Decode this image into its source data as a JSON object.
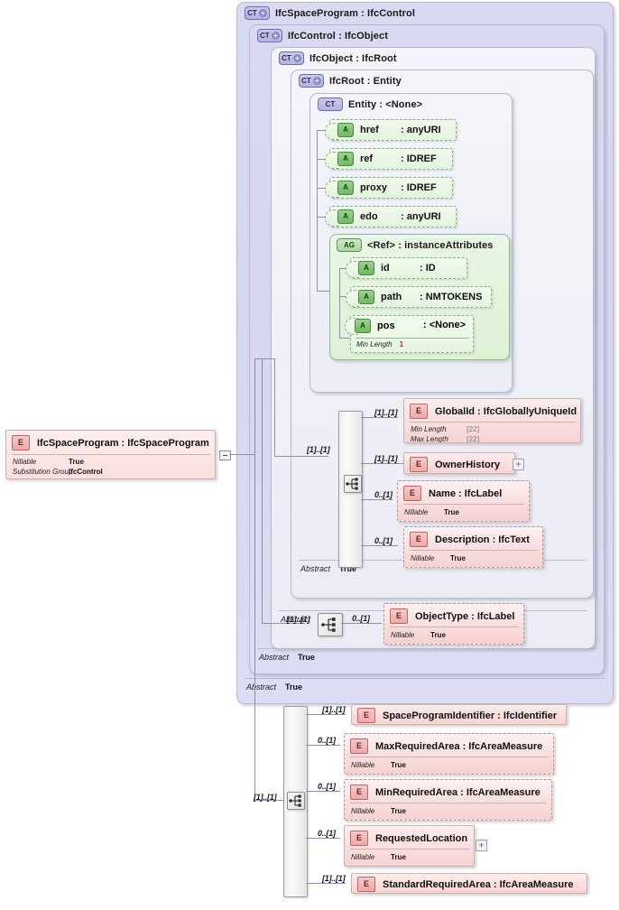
{
  "diagram": {
    "kind": "xsd-schema-diagram",
    "root_element": {
      "icon": "element-icon",
      "badge": "E",
      "title": "IfcSpaceProgram : IfcSpaceProgram",
      "facets": [
        {
          "key": "Nillable",
          "value": "True"
        },
        {
          "key": "Substitution Group",
          "value": "IfcControl"
        }
      ]
    },
    "containers": [
      {
        "badge": "CT",
        "expandable": true,
        "title": "IfcSpaceProgram : IfcControl",
        "abstract_key": "Abstract",
        "abstract_value": "True"
      },
      {
        "badge": "CT",
        "expandable": true,
        "title": "IfcControl : IfcObject",
        "abstract_key": "Abstract",
        "abstract_value": "True"
      },
      {
        "badge": "CT",
        "expandable": true,
        "title": "IfcObject : IfcRoot",
        "abstract_key": "Abstract",
        "abstract_value": "True"
      },
      {
        "badge": "CT",
        "expandable": true,
        "title": "IfcRoot   : Entity",
        "abstract_key": "Abstract",
        "abstract_value": "True"
      },
      {
        "badge": "CT",
        "expandable": false,
        "title": "Entity     : <None>"
      }
    ],
    "entity_attributes": [
      {
        "badge": "A",
        "name": "href",
        "type": ": anyURI"
      },
      {
        "badge": "A",
        "name": "ref",
        "type": ": IDREF"
      },
      {
        "badge": "A",
        "name": "proxy",
        "type": ": IDREF"
      },
      {
        "badge": "A",
        "name": "edo",
        "type": ": anyURI"
      }
    ],
    "attribute_group": {
      "badge": "AG",
      "title": "<Ref>     : instanceAttributes",
      "attributes": [
        {
          "badge": "A",
          "name": "id",
          "type": ": ID"
        },
        {
          "badge": "A",
          "name": "path",
          "type": ": NMTOKENS"
        },
        {
          "badge": "A",
          "name": "pos",
          "type": ": <None>",
          "facets": [
            {
              "key": "Min Length",
              "value": "1"
            }
          ]
        }
      ]
    },
    "ifcroot_sequence": {
      "compositor": "sequence-icon",
      "cardinality": "[1]..[1]",
      "children": [
        {
          "badge": "E",
          "title": "GlobalId  : IfcGloballyUniqueId",
          "cardinality": "[1]..[1]",
          "dashed": false,
          "facets": [
            {
              "key": "Min Length",
              "value": "[22]"
            },
            {
              "key": "Max Length",
              "value": "[22]"
            }
          ]
        },
        {
          "badge": "E",
          "title": "OwnerHistory",
          "cardinality": "[1]..[1]",
          "dashed": false,
          "expander": "+",
          "facets": []
        },
        {
          "badge": "E",
          "title": "Name      : IfcLabel",
          "cardinality": "0..[1]",
          "dashed": true,
          "facets": [
            {
              "key": "Nillable",
              "value": "True"
            }
          ]
        },
        {
          "badge": "E",
          "title": "Description : IfcText",
          "cardinality": "0..[1]",
          "dashed": true,
          "facets": [
            {
              "key": "Nillable",
              "value": "True"
            }
          ]
        }
      ]
    },
    "ifcobject_sequence": {
      "compositor": "sequence-icon",
      "cardinality": "[1]..[1]",
      "children": [
        {
          "badge": "E",
          "title": "ObjectType : IfcLabel",
          "cardinality": "0..[1]",
          "dashed": true,
          "facets": [
            {
              "key": "Nillable",
              "value": "True"
            }
          ]
        }
      ]
    },
    "ifcspaceprogram_sequence": {
      "compositor": "sequence-icon",
      "cardinality": "[1]..[1]",
      "children": [
        {
          "badge": "E",
          "title": "SpaceProgramIdentifier : IfcIdentifier",
          "cardinality": "[1]..[1]",
          "dashed": false,
          "facets": []
        },
        {
          "badge": "E",
          "title": "MaxRequiredArea : IfcAreaMeasure",
          "cardinality": "0..[1]",
          "dashed": true,
          "facets": [
            {
              "key": "Nillable",
              "value": "True"
            }
          ]
        },
        {
          "badge": "E",
          "title": "MinRequiredArea : IfcAreaMeasure",
          "cardinality": "0..[1]",
          "dashed": true,
          "facets": [
            {
              "key": "Nillable",
              "value": "True"
            }
          ]
        },
        {
          "badge": "E",
          "title": "RequestedLocation",
          "cardinality": "0..[1]",
          "dashed": false,
          "expander": "+",
          "facets": [
            {
              "key": "Nillable",
              "value": "True"
            }
          ]
        },
        {
          "badge": "E",
          "title": "StandardRequiredArea : IfcAreaMeasure",
          "cardinality": "[1]..[1]",
          "dashed": false,
          "facets": []
        }
      ]
    },
    "colors": {
      "container_fill": "#d7d8f0",
      "attribute_fill": "#e2f4dd",
      "element_fill": "#fadddd",
      "line": "#8e8eac",
      "facet_red": "#c02020"
    }
  }
}
